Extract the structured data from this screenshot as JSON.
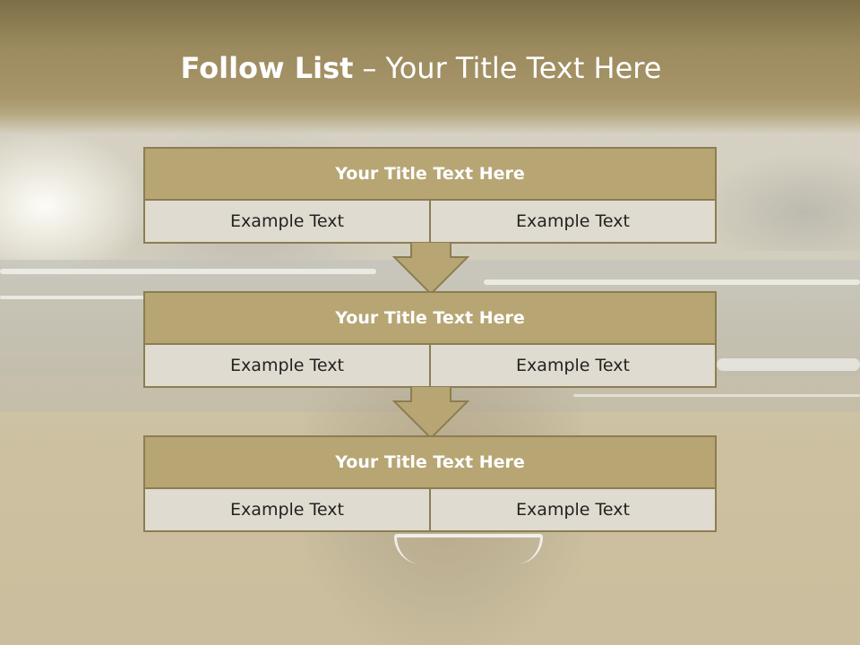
{
  "slide": {
    "title_bold": "Follow List",
    "title_separator": "–",
    "title_rest": "Your Title Text Here"
  },
  "steps": [
    {
      "heading": "Your Title Text Here",
      "left_text": "Example Text",
      "right_text": "Example Text"
    },
    {
      "heading": "Your Title Text Here",
      "left_text": "Example Text",
      "right_text": "Example Text"
    },
    {
      "heading": "Your Title Text Here",
      "left_text": "Example Text",
      "right_text": "Example Text"
    }
  ],
  "colors": {
    "header_fill": "#b7a674",
    "border": "#8c7d52",
    "cell_fill": "#e0dbd0",
    "arrow_fill": "#b7a674"
  }
}
